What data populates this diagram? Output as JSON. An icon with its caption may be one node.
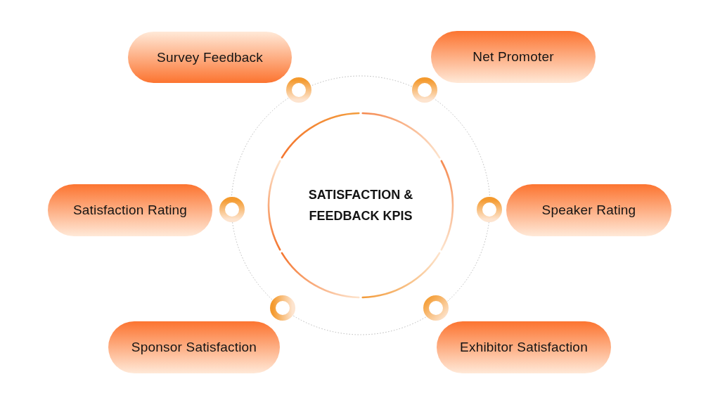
{
  "diagram": {
    "nodes": [
      {
        "text": [
          "SATISFACTION & FEEDBACK KPIS"
        ]
      },
      {
        "text": [
          "Survey Feedback"
        ]
      },
      {
        "text": [
          "Net Promoter"
        ]
      },
      {
        "text": [
          "Satisfaction Rating"
        ]
      },
      {
        "text": [
          "Speaker Rating"
        ]
      },
      {
        "text": [
          "Sponsor Satisfaction"
        ]
      },
      {
        "text": [
          "Exhibitor Satisfaction"
        ]
      }
    ]
  }
}
